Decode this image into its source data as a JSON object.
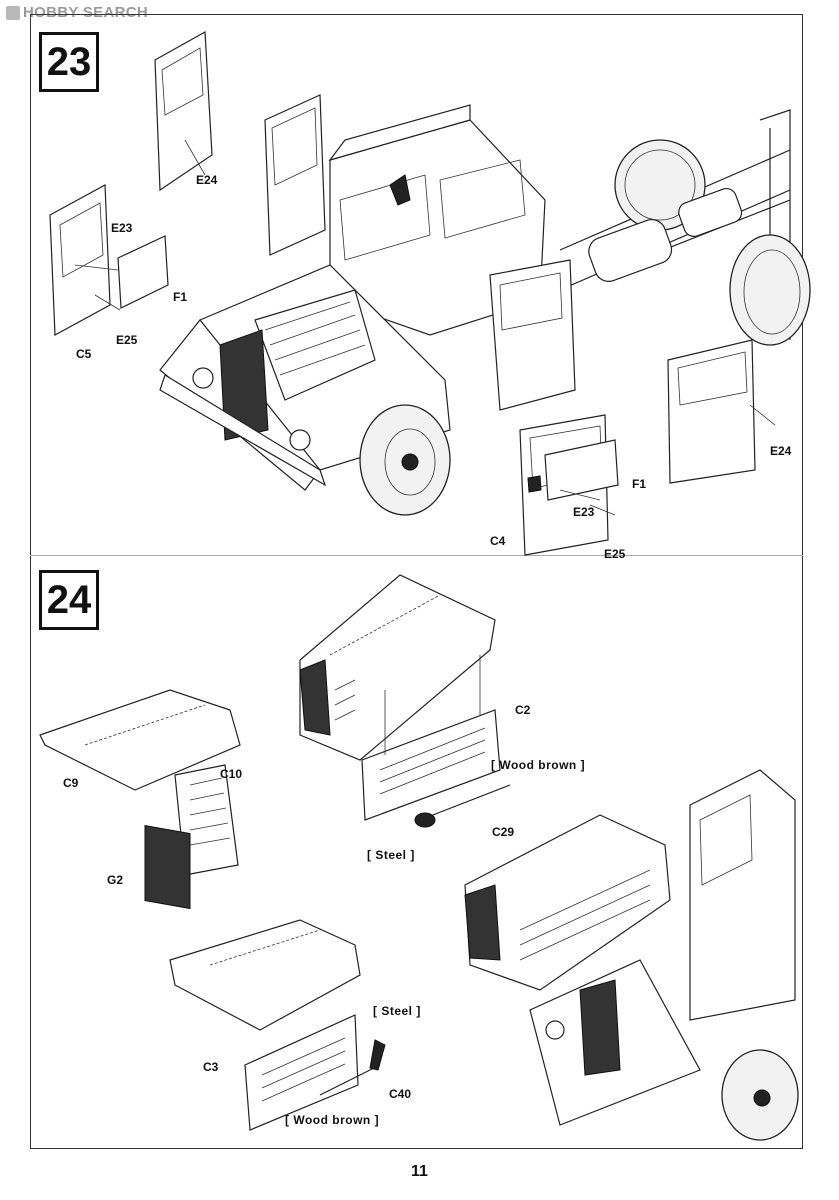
{
  "watermark": {
    "text": "HOBBY SEARCH"
  },
  "page_number": "11",
  "steps": [
    {
      "number": "23",
      "labels": {
        "e24_top": "E24",
        "e23_left": "E23",
        "f1_left": "F1",
        "e25_left": "E25",
        "c5": "C5",
        "e24_right": "E24",
        "f1_right": "F1",
        "e23_right": "E23",
        "c4": "C4",
        "e25_right": "E25"
      }
    },
    {
      "number": "24",
      "labels": {
        "c2": "C2",
        "c9": "C9",
        "c10": "C10",
        "g2": "G2",
        "c29": "C29",
        "c3": "C3",
        "c40": "C40"
      },
      "notes": {
        "wood_brown_top": "[ Wood brown ]",
        "steel_top": "[ Steel ]",
        "steel_bottom": "[ Steel ]",
        "wood_brown_bottom": "[ Wood brown ]"
      }
    }
  ]
}
